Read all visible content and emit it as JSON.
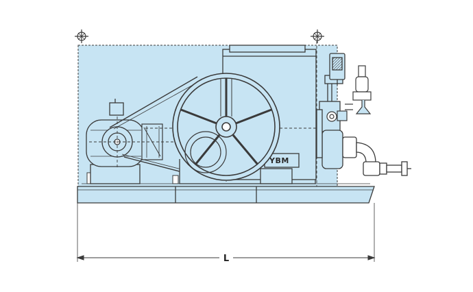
{
  "drawing": {
    "title": "",
    "dimension_label": "L",
    "brand_mark": "YBM",
    "colors": {
      "fill": "#c7e4f3",
      "fill_dark": "#b7d8ea",
      "line": "#3a3a3a",
      "background": "#ffffff"
    },
    "icons": [
      "lifting-hook-icon",
      "flywheel",
      "electric-motor",
      "pump-head",
      "discharge-valve",
      "pressure-gauge"
    ]
  }
}
